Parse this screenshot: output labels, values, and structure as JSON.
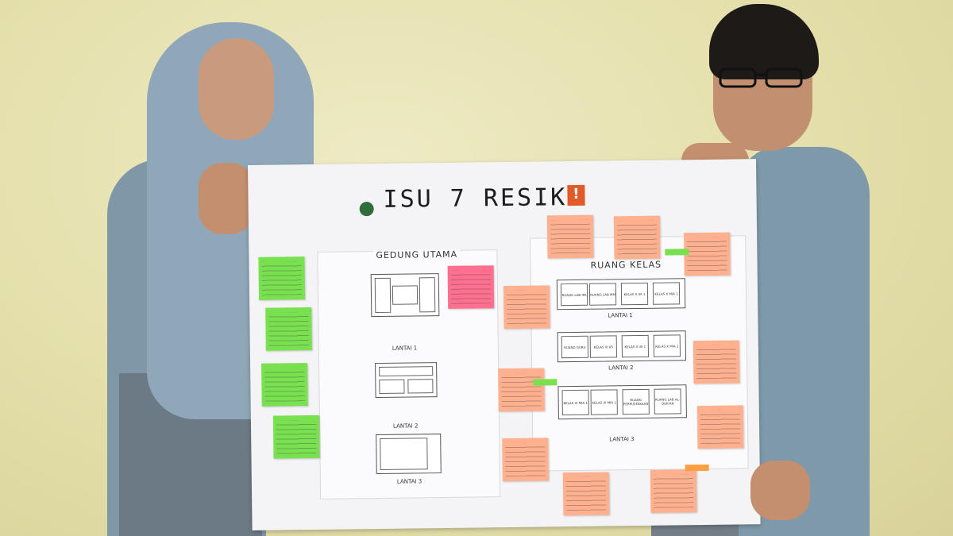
{
  "poster": {
    "title": "ISU 7 RESIKO",
    "warning_symbol": "!",
    "main_building": {
      "label": "GEDUNG UTAMA",
      "floors": [
        "LANTAI 1",
        "LANTAI 2",
        "LANTAI 3"
      ]
    },
    "classrooms": {
      "label": "RUANG KELAS",
      "floors": [
        {
          "label": "LANTAI 1",
          "rooms": [
            "RUANG LAB IPA",
            "RUANG LAB MM",
            "KELAS X IIS 1",
            "KELAS X MIA 1"
          ]
        },
        {
          "label": "LANTAI 2",
          "rooms": [
            "RUANG GURU",
            "KELAS XI IIS",
            "KELAS X IIS 1",
            "KELAS X MIA 1"
          ]
        },
        {
          "label": "LANTAI 3",
          "rooms": [
            "KELAS XI MIA 1",
            "KELAS XI MIA 1",
            "RUANG PERPUSTAKAAN",
            "RUANG LAB AL-QUR'AN"
          ]
        }
      ]
    }
  },
  "colors": {
    "wall": "#e6e1ae",
    "poster": "#f4f4f6",
    "note_green": "#79e04f",
    "note_orange": "#ffb08e",
    "note_pink": "#ff6f8f",
    "warning": "#e35a2a"
  }
}
